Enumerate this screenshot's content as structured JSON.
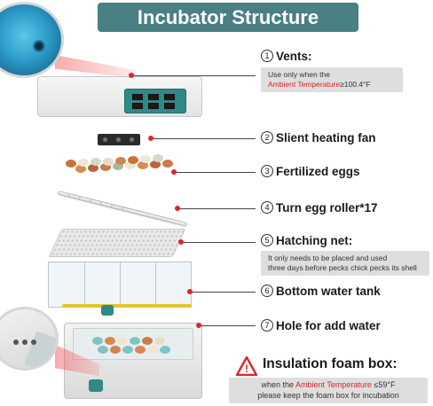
{
  "title": "Incubator Structure",
  "callouts": [
    {
      "num": "1",
      "label": "Vents:"
    },
    {
      "num": "2",
      "label": "Slient heating fan"
    },
    {
      "num": "3",
      "label": "Fertilized eggs"
    },
    {
      "num": "4",
      "label": "Turn egg roller*17"
    },
    {
      "num": "5",
      "label": "Hatching net:"
    },
    {
      "num": "6",
      "label": "Bottom water tank"
    },
    {
      "num": "7",
      "label": "Hole for add water"
    }
  ],
  "vents_note": {
    "line1": "Use only when the",
    "highlight": "Ambient Temperature",
    "suffix": "≥100.4°F"
  },
  "hatching_note": {
    "line1": "It only needs to be placed and used",
    "line2": "three days before pecks chick pecks its shell"
  },
  "foam": {
    "title": "Insulation foam box:",
    "line1_prefix": "when the ",
    "highlight": "Ambient Temperature",
    "line1_suffix": " ≤59°F",
    "line2": "please keep the foam box for incubation",
    "warning_symbol": "!"
  },
  "colors": {
    "banner": "#4a7f84",
    "highlight": "#e02424",
    "accent_teal": "#2f8a86"
  },
  "icons": [
    "warning-triangle-icon"
  ]
}
